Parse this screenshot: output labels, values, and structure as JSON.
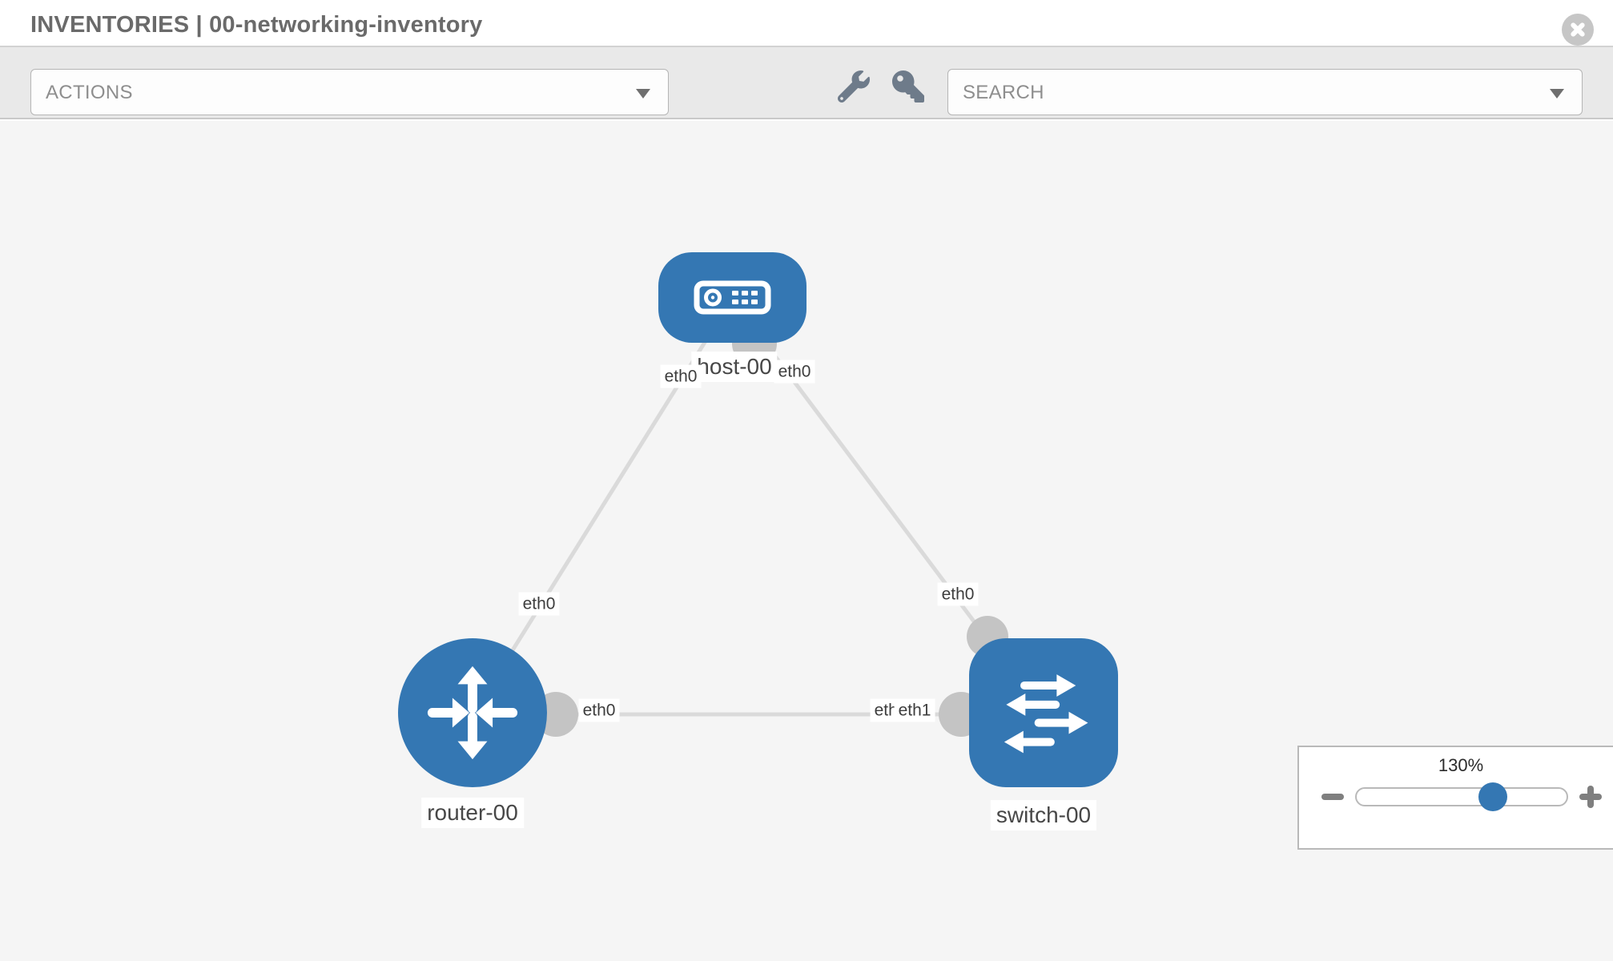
{
  "header": {
    "title": "INVENTORIES | 00-networking-inventory"
  },
  "toolbar": {
    "actions": {
      "label": "ACTIONS"
    },
    "icons": [
      "wrench-icon",
      "key-icon"
    ],
    "search": {
      "placeholder": "SEARCH"
    }
  },
  "topology": {
    "nodes": [
      {
        "label": "host-00",
        "type": "host",
        "icon": "server-icon"
      },
      {
        "label": "router-00",
        "type": "router",
        "icon": "router-arrows-icon"
      },
      {
        "label": "switch-00",
        "type": "switch",
        "icon": "switch-arrows-icon"
      }
    ],
    "links": [
      {
        "from": "host-00",
        "to": "router-00",
        "from_label": "eth0",
        "to_label": "eth0"
      },
      {
        "from": "host-00",
        "to": "switch-00",
        "from_label": "eth0",
        "to_label": "eth0"
      },
      {
        "from": "router-00",
        "to": "switch-00",
        "from_label": "eth0",
        "to_label": "eth1",
        "to_label_overlapped": "eth0"
      }
    ]
  },
  "zoom_control": {
    "level": "130%"
  },
  "colors": {
    "node_blue": "#3477b3",
    "link_gray": "#dadada",
    "connector_gray": "#c4c4c4",
    "toolbar_icon_gray": "#6e7b8a"
  }
}
